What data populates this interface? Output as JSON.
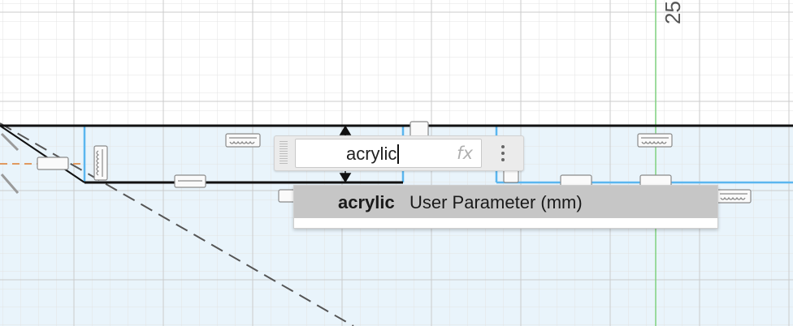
{
  "canvas": {
    "ruler_label": "25",
    "colors": {
      "grid": "#dcdcdc",
      "region_fill": "#e8f4fc",
      "sketch_line": "#111111",
      "selection_blue": "#5ab6ef",
      "axis_green": "#7fd17f",
      "construction_orange": "#e09a60"
    },
    "icons": [
      "horizontal-constraint-icon",
      "vertical-constraint-icon",
      "parallel-constraint-icon"
    ]
  },
  "dimension_input": {
    "value": "acrylic",
    "fx_label": "fx",
    "more_icon": "vertical-ellipsis-icon"
  },
  "suggestion": {
    "name": "acrylic",
    "description": "User Parameter (mm)"
  }
}
